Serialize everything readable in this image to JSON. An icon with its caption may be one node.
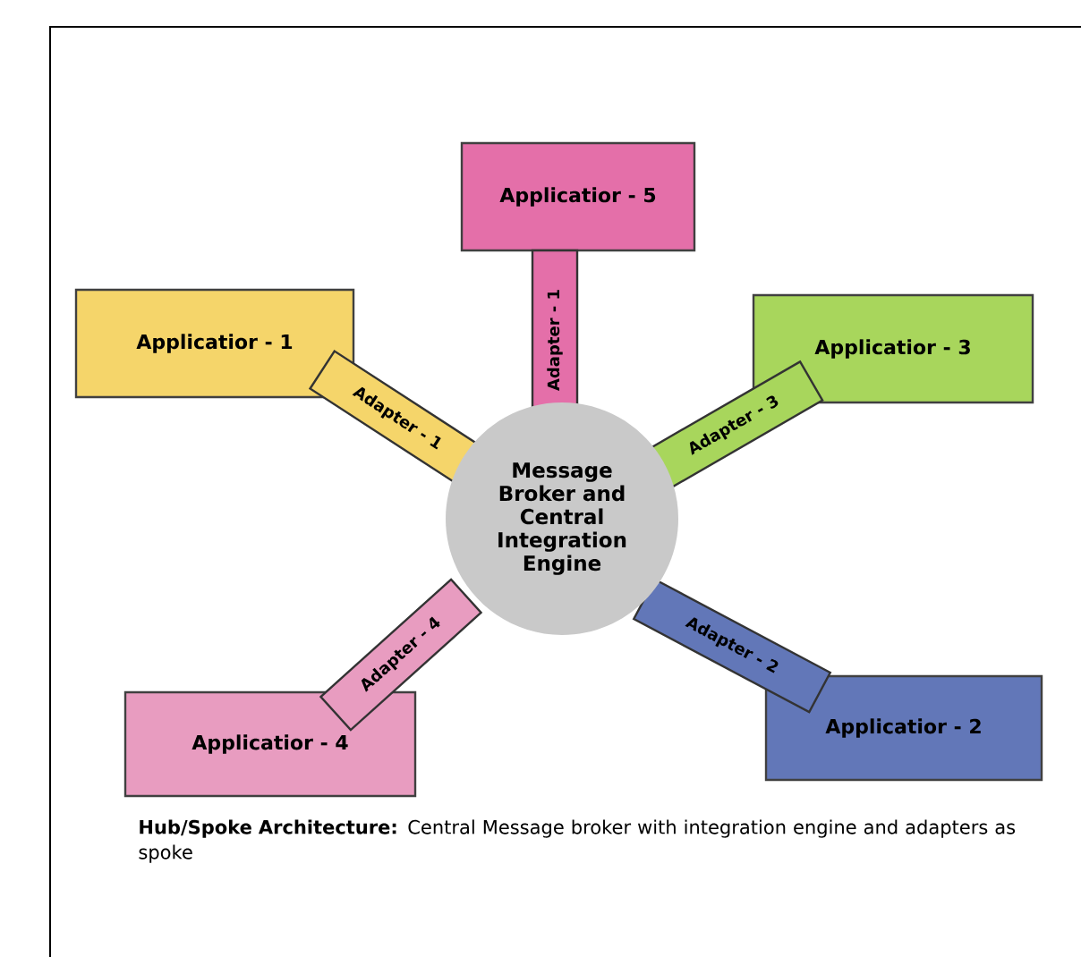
{
  "diagram": {
    "caption": "**Hub/Spoke Architecture:** Central Message broker with integration engine and adapters as spoke",
    "nodes": [
      {
        "text": [
          "Applicatior - 5"
        ]
      },
      {
        "text": [
          "Adapter - 1"
        ]
      },
      {
        "text": [
          "Applicatior - 1"
        ]
      },
      {
        "text": [
          "Applicatior - 3"
        ]
      },
      {
        "text": [
          "Adapter - 1"
        ]
      },
      {
        "text": [
          "Adapter - 3"
        ]
      },
      {
        "text": [
          "Message Broker and Central Integration Engine"
        ]
      },
      {
        "text": [
          "Adapter - 4"
        ]
      },
      {
        "text": [
          "Adapter - 2"
        ]
      },
      {
        "text": [
          "Applicatior - 4"
        ]
      },
      {
        "text": [
          "Applicatior - 2"
        ]
      }
    ]
  }
}
